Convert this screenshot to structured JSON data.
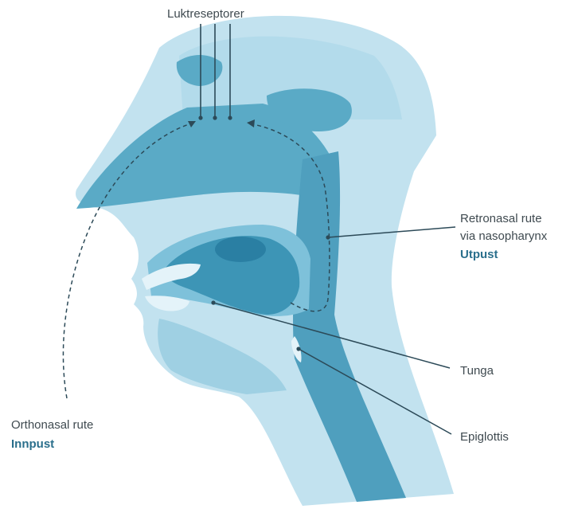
{
  "labels": {
    "olfactory_receptors": "Luktreseptorer",
    "retronasal_line1": "Retronasal rute",
    "retronasal_line2": "via nasopharynx",
    "retronasal_action": "Utpust",
    "tongue": "Tunga",
    "epiglottis": "Epiglottis",
    "orthonasal_line1": "Orthonasal rute",
    "orthonasal_action": "Innpust"
  },
  "colors": {
    "skin": "#bfe0ee",
    "tissue_mid": "#8fcbe0",
    "cavity": "#56a7c4",
    "tongue_dark": "#2f86a9",
    "line": "#2c4a58",
    "accent_text": "#2a6f8c"
  }
}
